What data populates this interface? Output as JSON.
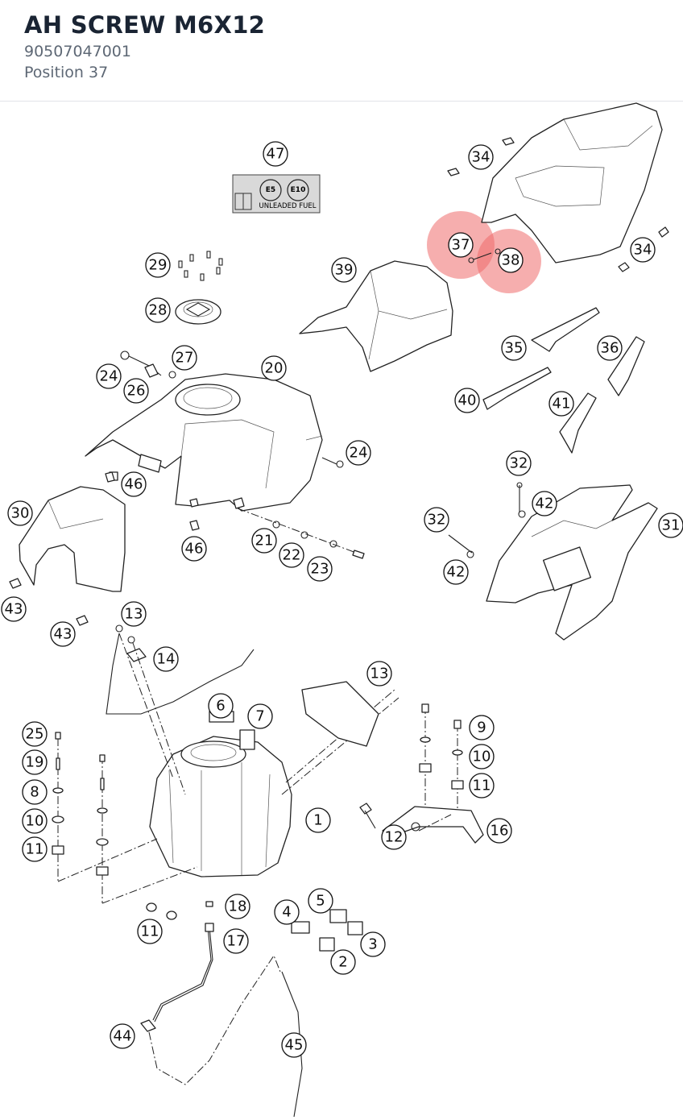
{
  "header": {
    "title": "AH SCREW M6X12",
    "part_number": "90507047001",
    "position": "Position 37"
  },
  "label_plate": {
    "badge_e5": "E5",
    "badge_e10": "E10",
    "text": "UNLEADED FUEL"
  },
  "highlight": {
    "selected": [
      "37",
      "38"
    ],
    "color": "#ef6b6b"
  },
  "callouts": [
    "47",
    "34",
    "37",
    "38",
    "34",
    "39",
    "29",
    "28",
    "35",
    "36",
    "27",
    "24",
    "20",
    "26",
    "40",
    "41",
    "24",
    "32",
    "46",
    "30",
    "42",
    "32",
    "31",
    "21",
    "46",
    "22",
    "42",
    "23",
    "43",
    "43",
    "13",
    "14",
    "13",
    "6",
    "7",
    "9",
    "25",
    "19",
    "10",
    "8",
    "11",
    "1",
    "10",
    "16",
    "12",
    "11",
    "18",
    "5",
    "4",
    "11",
    "17",
    "3",
    "2",
    "44",
    "45"
  ]
}
